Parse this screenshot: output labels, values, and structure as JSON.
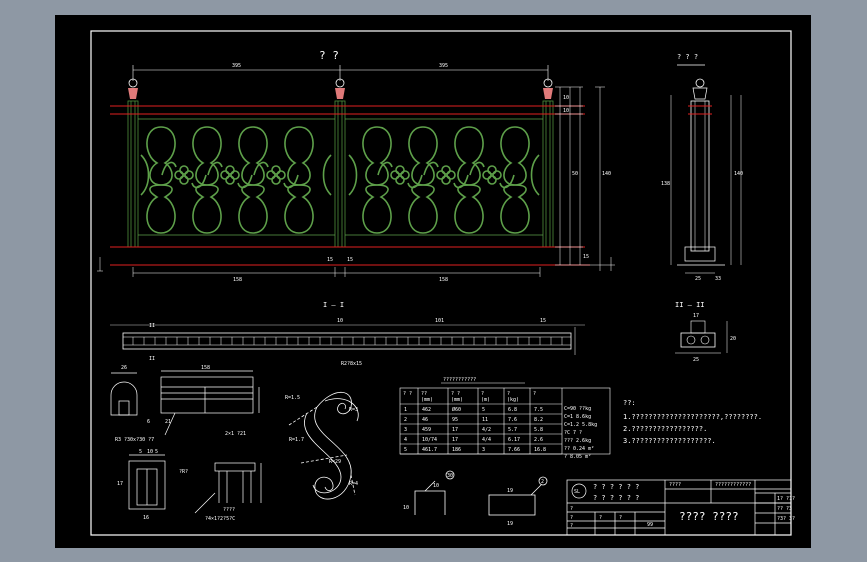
{
  "colors": {
    "background_outer": "#8e98a4",
    "canvas": "#000000",
    "line_white": "#ffffff",
    "rail_red": "#e02020",
    "ornament_green": "#5ea04a",
    "post_green": "#4f8f3e",
    "cap_pink": "#e07a7a"
  },
  "main_elevation": {
    "title": "? ?",
    "top_dims": [
      "395",
      "395"
    ],
    "bottom_dims": [
      "158",
      "158"
    ],
    "right_dims": [
      "10",
      "10",
      "50",
      "140",
      "15"
    ],
    "small_dims": [
      "15",
      "15"
    ]
  },
  "side_view": {
    "title": "? ? ?",
    "height_dims": [
      "138",
      "140"
    ],
    "bottom_dims": [
      "25",
      "33"
    ]
  },
  "section_1": {
    "title": "I — I",
    "marker": "II",
    "dims": [
      "10",
      "101",
      "15"
    ],
    "note": "R2?8x15"
  },
  "section_2": {
    "title": "II — II",
    "dims": [
      "17",
      "25",
      "20"
    ]
  },
  "cap_detail": {
    "width": "26",
    "dims": [
      "158",
      "21",
      "6"
    ],
    "labels": [
      "R3 ?30x?30 ?7",
      "2×1 ?21"
    ]
  },
  "base_detail": {
    "dims": [
      "5",
      "10",
      "5",
      "16",
      "17"
    ],
    "labels": [
      "?R?",
      "????",
      "?4×1?2?5?C"
    ]
  },
  "scroll_detail": {
    "labels": [
      "R=1.5",
      "R=3",
      "R=1.7",
      "R=4",
      "R=29"
    ]
  },
  "table": {
    "title": "???????????",
    "headers": [
      "? ?",
      "??\n(mm)",
      "? ?\n(mm)",
      "?\n(m)",
      "?\n(kg)",
      "?"
    ],
    "rows": [
      [
        "1",
        "462",
        "Ø60",
        "5",
        "6.8",
        "7.5"
      ],
      [
        "2",
        "46",
        "95",
        "11",
        "7.6",
        "8.2"
      ],
      [
        "3",
        "459",
        "17",
        "4/2",
        "5.7",
        "5.8"
      ],
      [
        "4",
        "10/74",
        "17",
        "4/4",
        "6.17",
        "2.6"
      ],
      [
        "5",
        "461.7",
        "186",
        "3",
        "7.66",
        "16.8"
      ]
    ],
    "notes": [
      "C=90 ??kg",
      "C=1 8.6kg",
      "C=1.2 5.8kg",
      "?C 7 ?",
      "??? 2.6kg",
      "?? 0.24 m²",
      "? 8.05 m²"
    ]
  },
  "notes_block": {
    "heading": "??:",
    "lines": [
      "1.?????????????????????,????????.",
      "2.?????????????????.",
      "3.???????????????????."
    ]
  },
  "small_parts": {
    "part_a": {
      "dims": [
        "10",
        "30",
        "10"
      ]
    },
    "part_b": {
      "dims": [
        "19",
        "19"
      ],
      "callout": "2"
    }
  },
  "title_block": {
    "logo_mark": "SL",
    "header_left": "? ? ? ? ? ?",
    "header_left_2": "? ? ? ? ? ?",
    "field_a": "????",
    "field_b": "????????????",
    "drawing_title": "???? ????",
    "page": "99",
    "code_lines": [
      "1? ?1?",
      "?? ?3",
      "?3? 3?"
    ],
    "small_labels": [
      "?",
      "?",
      "?",
      "?",
      "?"
    ]
  }
}
